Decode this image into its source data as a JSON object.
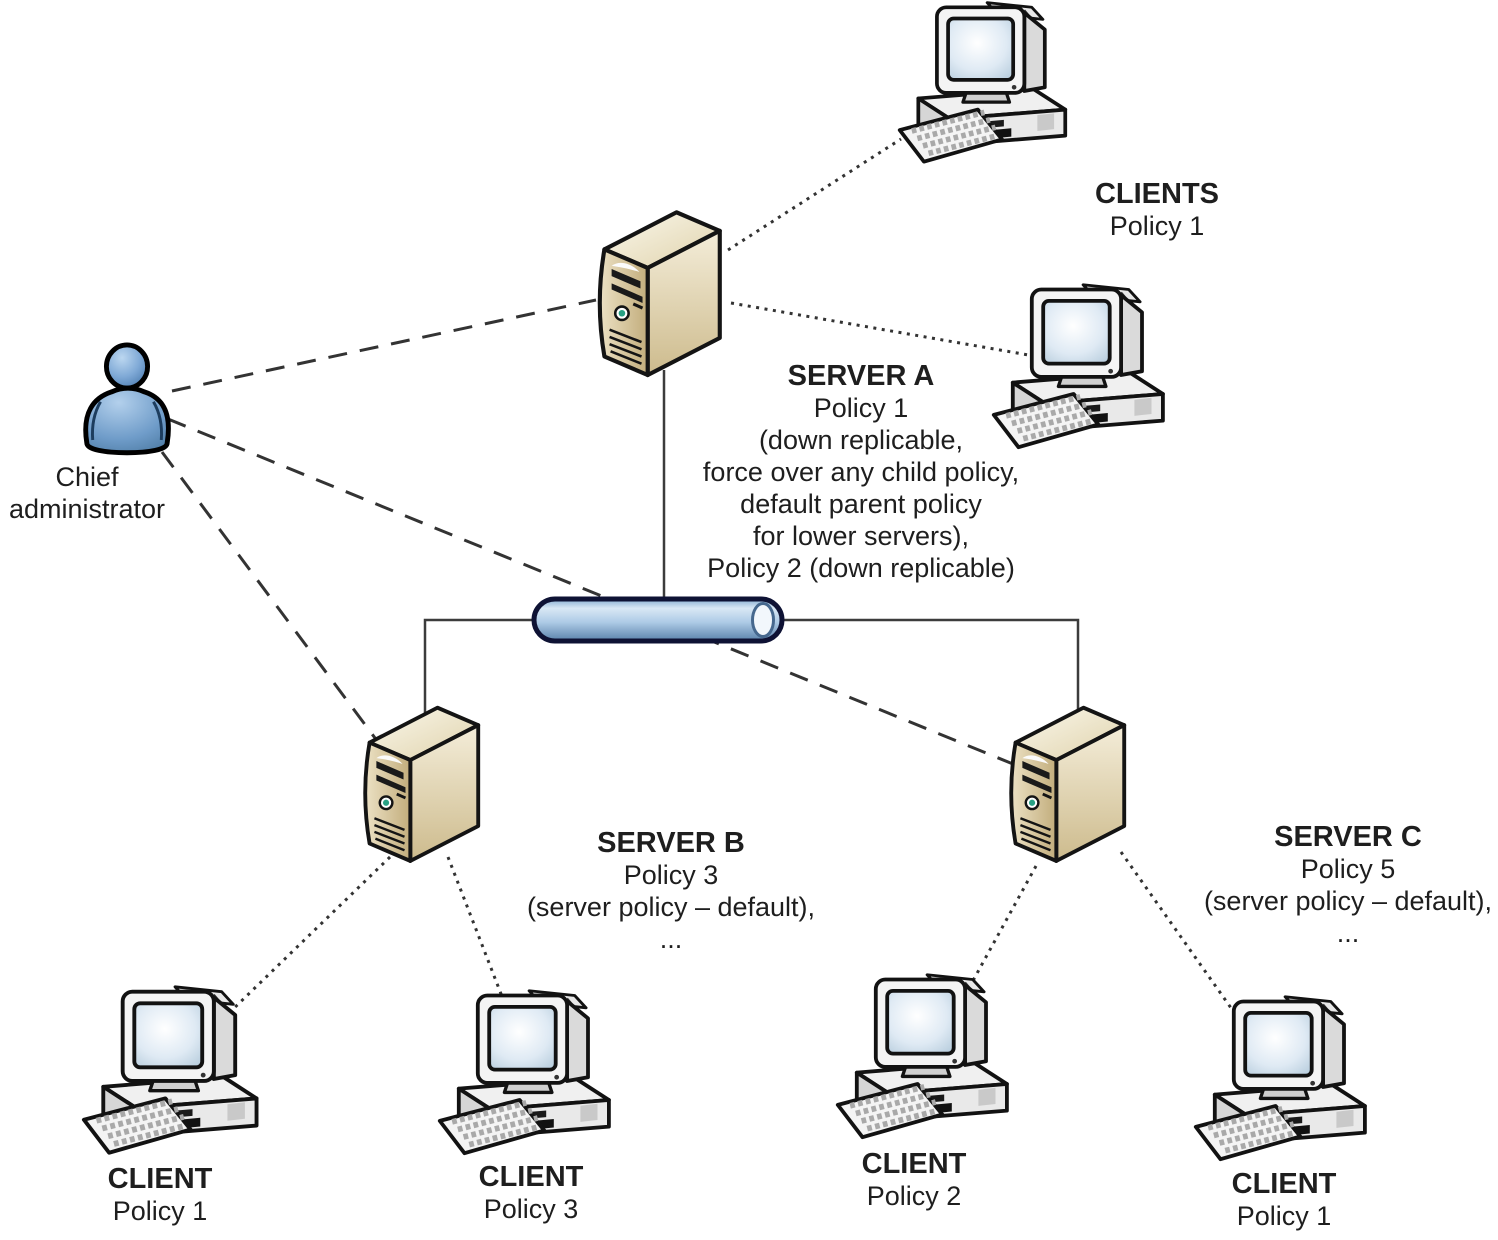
{
  "diagram": {
    "colors": {
      "background": "#ffffff",
      "text": "#1e1e1e",
      "person_blue": "#6f9cc9",
      "server_tan": "#d9cba4",
      "bus_blue": "#7fa8cc",
      "line": "#333333",
      "led_green": "#28a184"
    },
    "nodes": {
      "chief_admin": {
        "lines": [
          "Chief",
          "administrator"
        ]
      },
      "server_a": {
        "title": "SERVER A",
        "lines": [
          "Policy 1",
          "(down replicable,",
          "force over any child policy,",
          "default parent policy",
          "for lower servers),",
          "Policy 2 (down replicable)"
        ]
      },
      "clients_top": {
        "title": "CLIENTS",
        "lines": [
          "Policy 1"
        ]
      },
      "server_b": {
        "title": "SERVER B",
        "lines": [
          "Policy 3",
          "(server policy – default),",
          "..."
        ]
      },
      "server_c": {
        "title": "SERVER C",
        "lines": [
          "Policy 5",
          "(server policy – default),",
          "..."
        ]
      },
      "client_b1": {
        "title": "CLIENT",
        "lines": [
          "Policy 1"
        ]
      },
      "client_b2": {
        "title": "CLIENT",
        "lines": [
          "Policy 3"
        ]
      },
      "client_c1": {
        "title": "CLIENT",
        "lines": [
          "Policy 2"
        ]
      },
      "client_c2": {
        "title": "CLIENT",
        "lines": [
          "Policy 1"
        ]
      }
    }
  }
}
